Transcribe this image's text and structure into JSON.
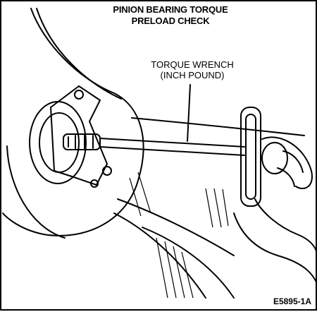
{
  "title": {
    "line1": "PINION BEARING TORQUE",
    "line2": "PRELOAD CHECK"
  },
  "callout": {
    "line1": "TORQUE WRENCH",
    "line2": "(INCH POUND)"
  },
  "figure_id": "E5895-1A",
  "colors": {
    "ink": "#000000",
    "paper": "#ffffff"
  }
}
